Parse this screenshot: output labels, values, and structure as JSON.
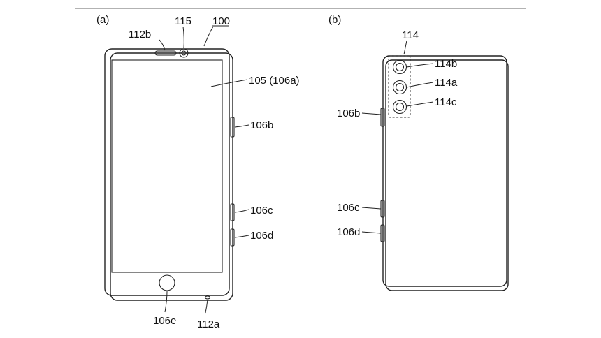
{
  "panels": {
    "a": {
      "panel_label": "(a)",
      "labels": {
        "device": "100",
        "speaker": "112b",
        "front_camera": "115",
        "display": "105 (106a)",
        "side_button_top": "106b",
        "side_button_middle": "106c",
        "side_button_bottom": "106d",
        "home_button": "106e",
        "microphone": "112a"
      }
    },
    "b": {
      "panel_label": "(b)",
      "labels": {
        "camera_module": "114",
        "camera_top": "114b",
        "camera_middle": "114a",
        "camera_bottom": "114c",
        "side_button_top": "106b",
        "side_button_middle": "106c",
        "side_button_bottom": "106d"
      }
    }
  }
}
